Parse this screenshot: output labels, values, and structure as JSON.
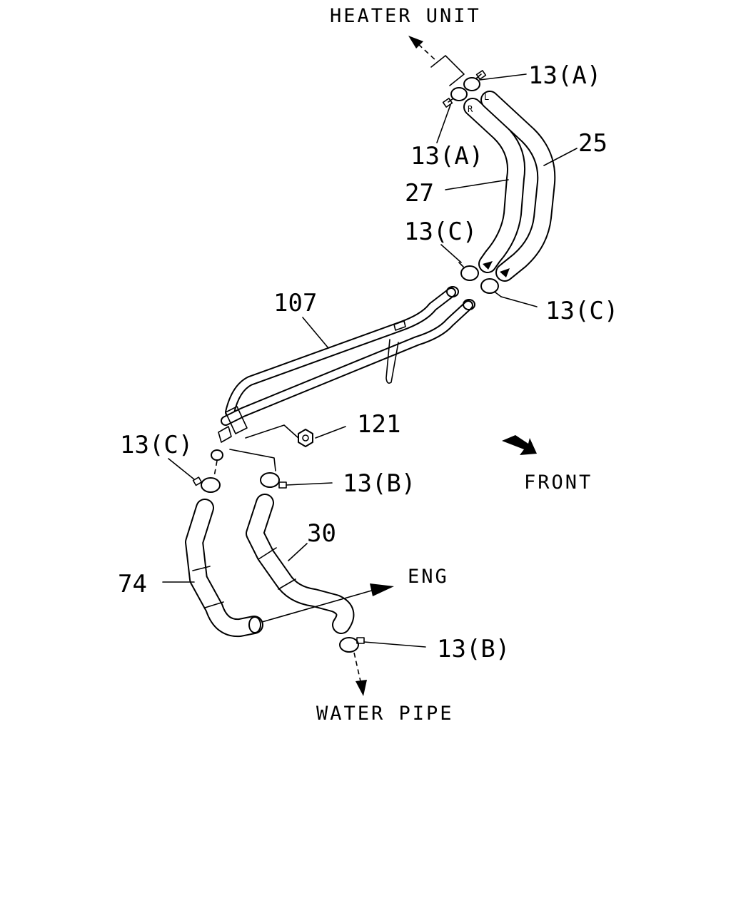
{
  "labels": {
    "heater_unit": "HEATER UNIT",
    "front": "FRONT",
    "eng": "ENG",
    "water_pipe": "WATER PIPE"
  },
  "callouts": {
    "c13a_top": "13(A)",
    "c13a_left": "13(A)",
    "c25": "25",
    "c27": "27",
    "c13c_upper_left": "13(C)",
    "c13c_upper_right": "13(C)",
    "c107": "107",
    "c121": "121",
    "c13c_lower": "13(C)",
    "c13b_mid": "13(B)",
    "c30": "30",
    "c74": "74",
    "c13b_bottom": "13(B)"
  },
  "hose_marks": {
    "r": "R",
    "l": "L"
  }
}
